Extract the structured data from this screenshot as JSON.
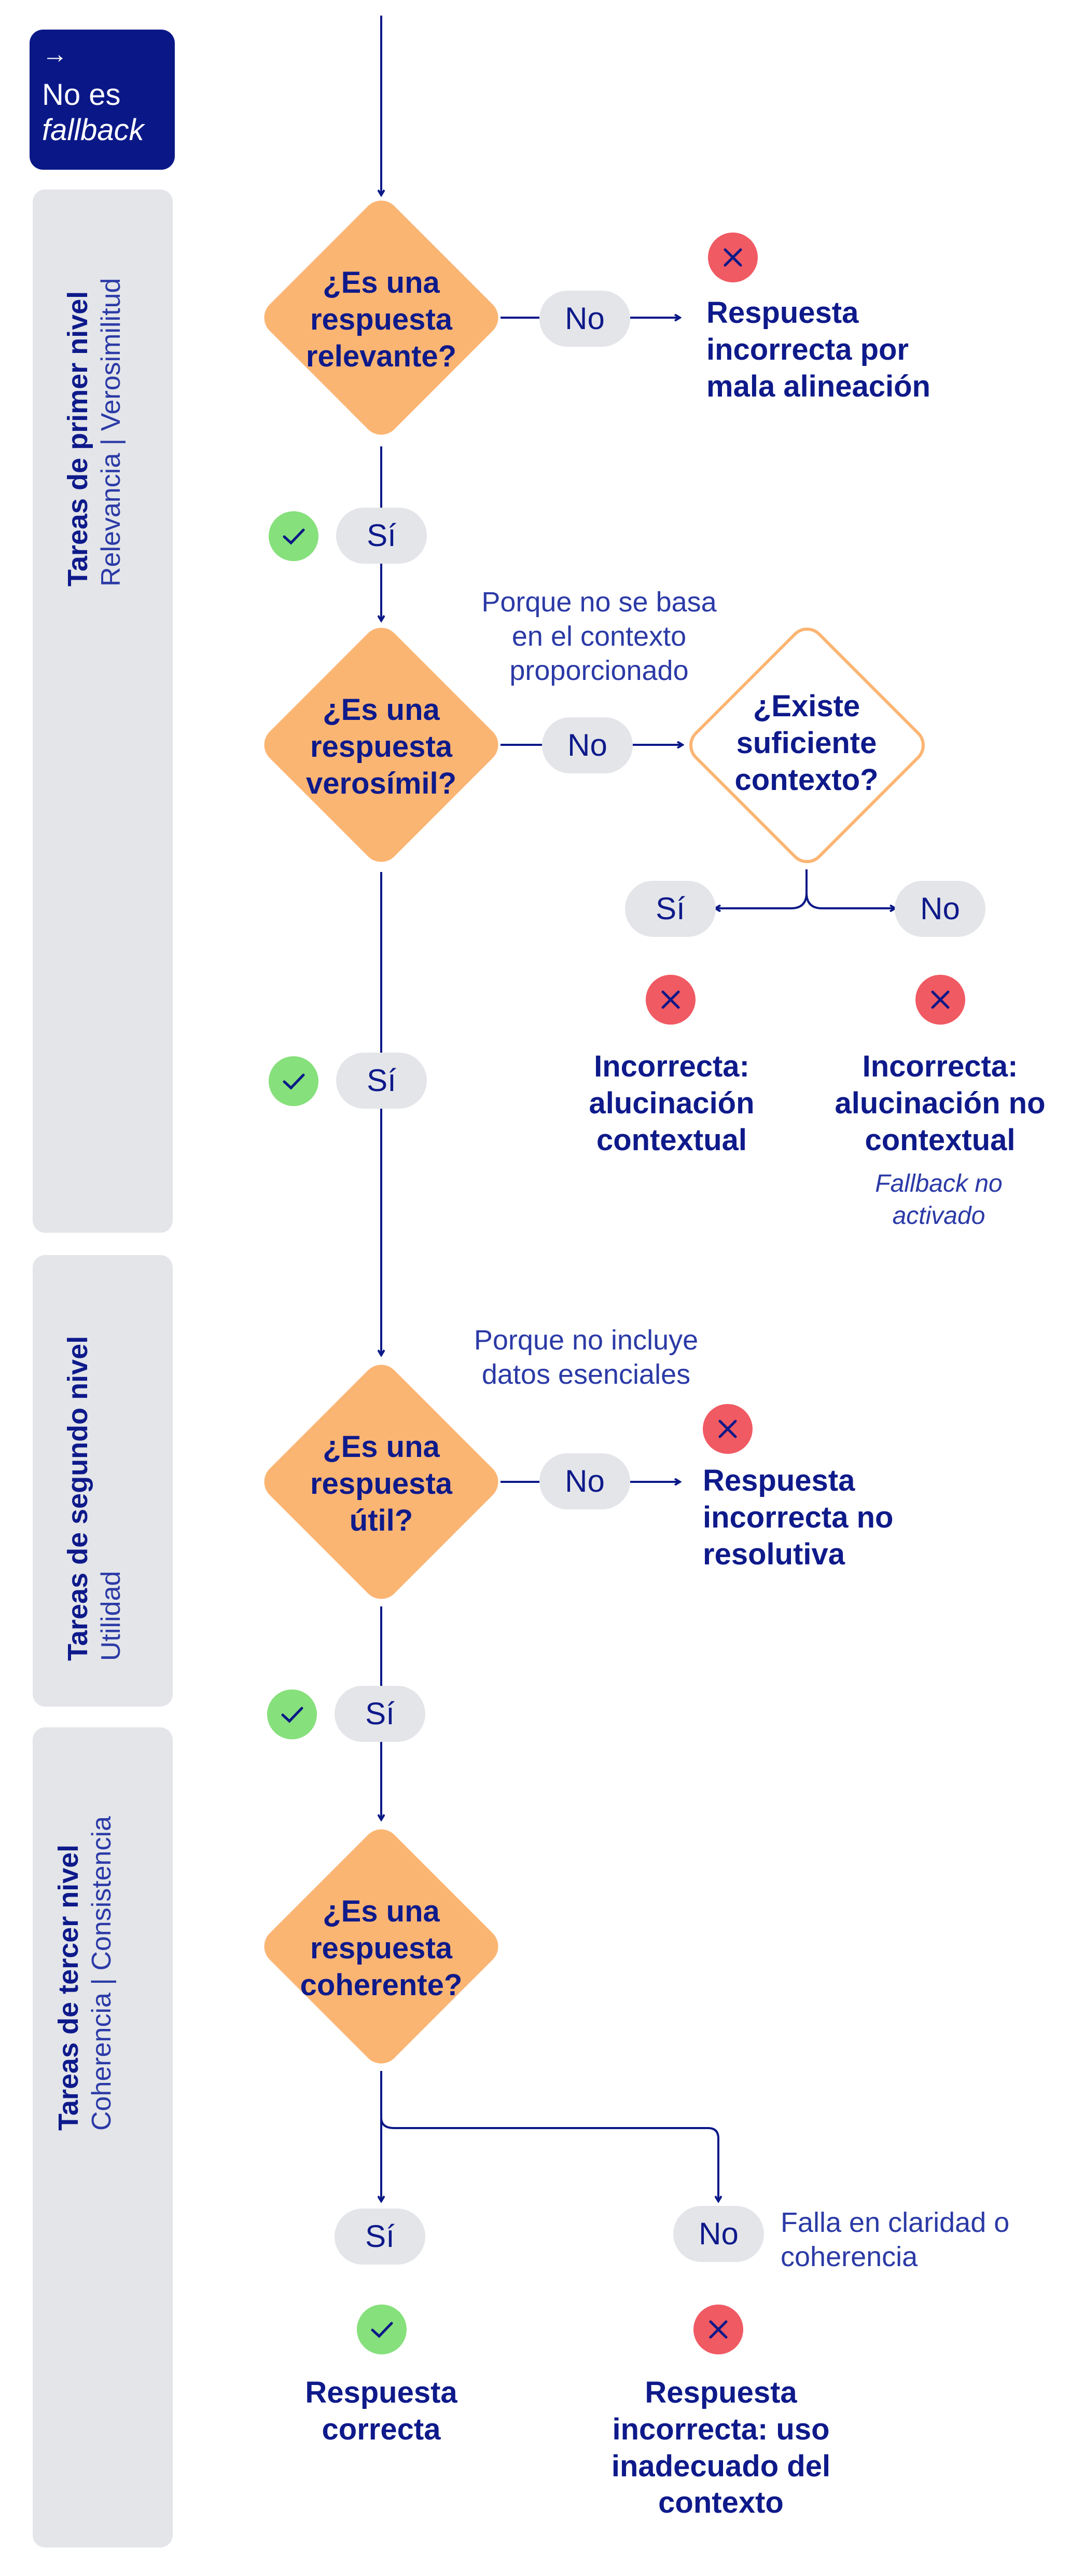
{
  "badge": {
    "arrow": "→",
    "line1": "No es",
    "line2": "fallback"
  },
  "sections": [
    {
      "title": "Tareas de primer nivel",
      "subtitle": "Relevancia | Verosimilitud"
    },
    {
      "title": "Tareas de segundo nivel",
      "subtitle": "Utilidad"
    },
    {
      "title": "Tareas de tercer nivel",
      "subtitle": "Coherencia | Consistencia"
    }
  ],
  "decisions": {
    "relevant": "¿Es una respuesta relevante?",
    "plausible": "¿Es una respuesta verosímil?",
    "context": "¿Existe suficiente contexto?",
    "useful": "¿Es una respuesta útil?",
    "coherent": "¿Es una respuesta coherente?"
  },
  "labels": {
    "yes": "Sí",
    "no": "No"
  },
  "notes": {
    "plausible_no": "Porque no se basa en el contexto proporcionado",
    "useful_no": "Porque no incluye datos esenciales",
    "coherent_no": "Falla en claridad o coherencia"
  },
  "outcomes": {
    "misaligned": "Respuesta incorrecta por mala alineación",
    "contextual": "Incorrecta: alucinación contextual",
    "noncontextual": "Incorrecta: alucinación no contextual",
    "fallback_note": "Fallback no activado",
    "unresolved": "Respuesta incorrecta no resolutiva",
    "correct": "Respuesta correcta",
    "misuse": "Respuesta incorrecta: uso inadecuado del contexto"
  },
  "icons": {
    "check": "check-icon",
    "cross": "cross-icon"
  },
  "colors": {
    "navy": "#0a1887",
    "diamond": "#fbb573",
    "panel": "#e3e5e9",
    "check": "#86e07b",
    "cross": "#f05a63"
  }
}
